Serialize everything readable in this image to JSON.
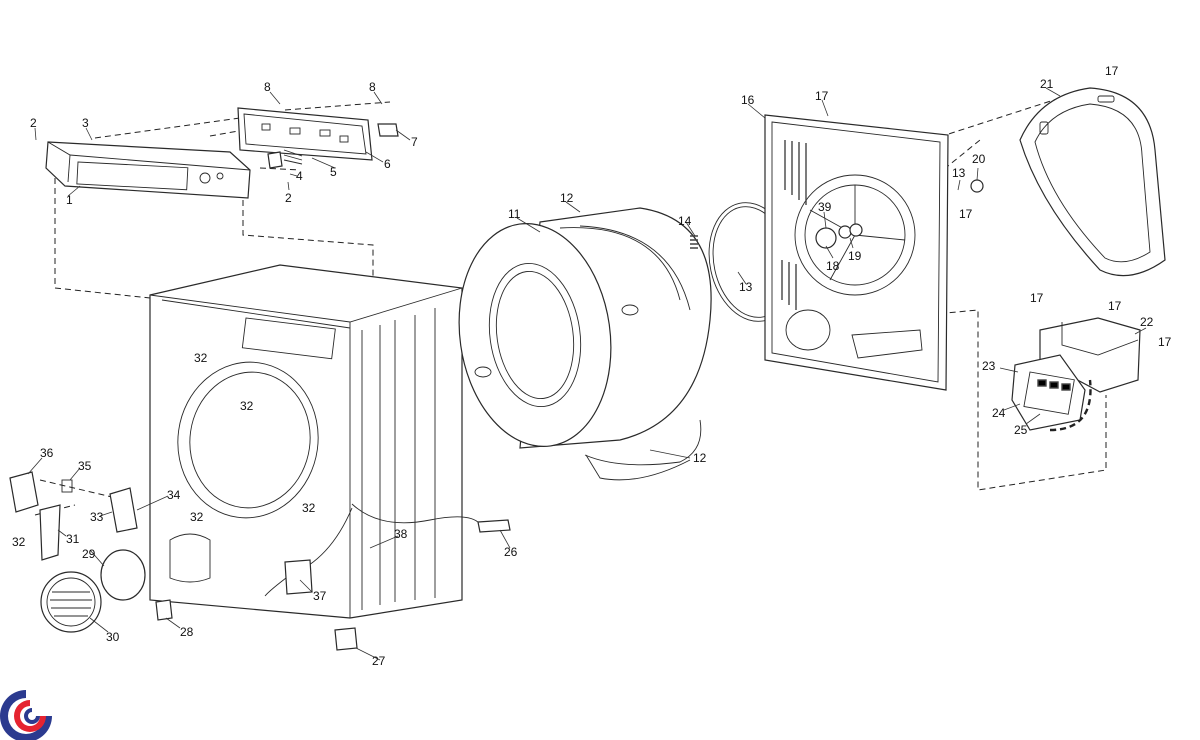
{
  "diagram": {
    "callouts": [
      "1",
      "2",
      "3",
      "4",
      "5",
      "6",
      "7",
      "8",
      "11",
      "12",
      "13",
      "14",
      "16",
      "17",
      "18",
      "19",
      "20",
      "21",
      "22",
      "23",
      "24",
      "25",
      "26",
      "27",
      "28",
      "29",
      "30",
      "31",
      "32",
      "33",
      "34",
      "35",
      "36",
      "37",
      "38",
      "39"
    ]
  },
  "logo": {
    "colors": {
      "blue": "#2b3a8f",
      "red": "#e52330"
    }
  }
}
